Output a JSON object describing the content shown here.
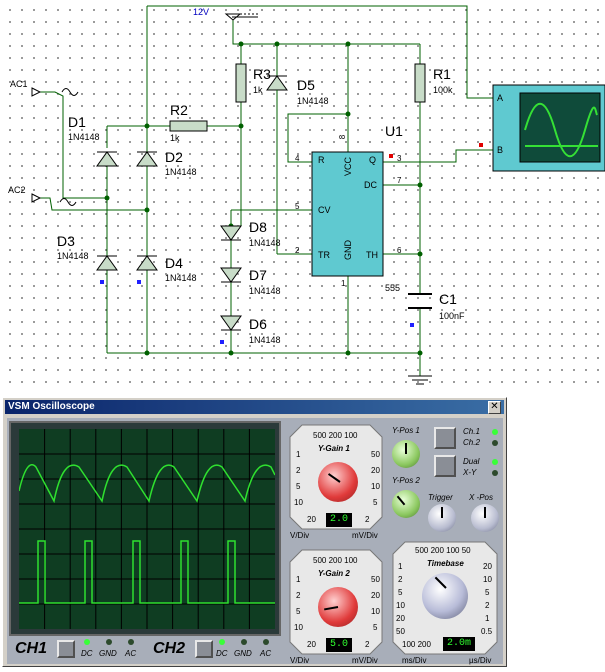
{
  "schematic": {
    "power_label": "12V",
    "sources": [
      "AC1",
      "AC2"
    ],
    "components": {
      "D1": {
        "ref": "D1",
        "value": "1N4148"
      },
      "D2": {
        "ref": "D2",
        "value": "1N4148"
      },
      "D3": {
        "ref": "D3",
        "value": "1N4148"
      },
      "D4": {
        "ref": "D4",
        "value": "1N4148"
      },
      "D5": {
        "ref": "D5",
        "value": "1N4148"
      },
      "D6": {
        "ref": "D6",
        "value": "1N4148"
      },
      "D7": {
        "ref": "D7",
        "value": "1N4148"
      },
      "D8": {
        "ref": "D8",
        "value": "1N4148"
      },
      "R1": {
        "ref": "R1",
        "value": "100k"
      },
      "R2": {
        "ref": "R2",
        "value": "1k"
      },
      "R3": {
        "ref": "R3",
        "value": "1k"
      },
      "C1": {
        "ref": "C1",
        "value": "100nF"
      },
      "U1": {
        "ref": "U1",
        "value": "555"
      }
    },
    "u1_pins": {
      "R": "R",
      "Q": "Q",
      "DC": "DC",
      "CV": "CV",
      "TR": "TR",
      "TH": "TH",
      "VCC": "VCC",
      "GND": "GND"
    },
    "pin_numbers": {
      "p4": "4",
      "p3": "3",
      "p7": "7",
      "p5": "5",
      "p2": "2",
      "p6": "6",
      "p8": "8",
      "p1": "1"
    },
    "scope_inputs": {
      "a": "A",
      "b": "B"
    }
  },
  "oscilloscope": {
    "title": "VSM Oscilloscope",
    "close_icon": "close-icon",
    "ygain1": {
      "label": "Y-Gain 1",
      "scale_top": "500 200 100",
      "left_scale": [
        "1",
        "2",
        "5",
        "10",
        "20"
      ],
      "right_scale": [
        "50",
        "20",
        "10",
        "5",
        "2"
      ],
      "unit_left": "V/Div",
      "unit_right": "mV/Div",
      "value": "2.0"
    },
    "ygain2": {
      "label": "Y-Gain 2",
      "scale_top": "500 200 100",
      "left_scale": [
        "1",
        "2",
        "5",
        "10",
        "20"
      ],
      "right_scale": [
        "50",
        "20",
        "10",
        "5",
        "2"
      ],
      "unit_left": "V/Div",
      "unit_right": "mV/Div",
      "value": "5.0"
    },
    "ypos1": "Y-Pos 1",
    "ypos2": "Y-Pos 2",
    "ch1_label": "Ch.1",
    "ch2_label": "Ch.2",
    "dual_label": "Dual",
    "xy_label": "X-Y",
    "trigger_label": "Trigger",
    "xpos_label": "X -Pos",
    "timebase": {
      "label": "Timebase",
      "scale_top": "500 200 100 50",
      "left_scale": [
        "1",
        "2",
        "5",
        "10",
        "20",
        "50"
      ],
      "right_scale": [
        "20",
        "10",
        "5",
        "2",
        "1",
        "0.5"
      ],
      "bottom_scale": "100 200",
      "unit_left": "ms/Div",
      "unit_right": "µs/Div",
      "value": "2.0m"
    },
    "channel1": {
      "name": "CH1",
      "dc": "DC",
      "gnd": "GND",
      "ac": "AC"
    },
    "channel2": {
      "name": "CH2",
      "dc": "DC",
      "gnd": "GND",
      "ac": "AC"
    },
    "colors": {
      "trace": "#2fe02f",
      "screen": "#0f3d22",
      "grid": "#000000"
    }
  }
}
